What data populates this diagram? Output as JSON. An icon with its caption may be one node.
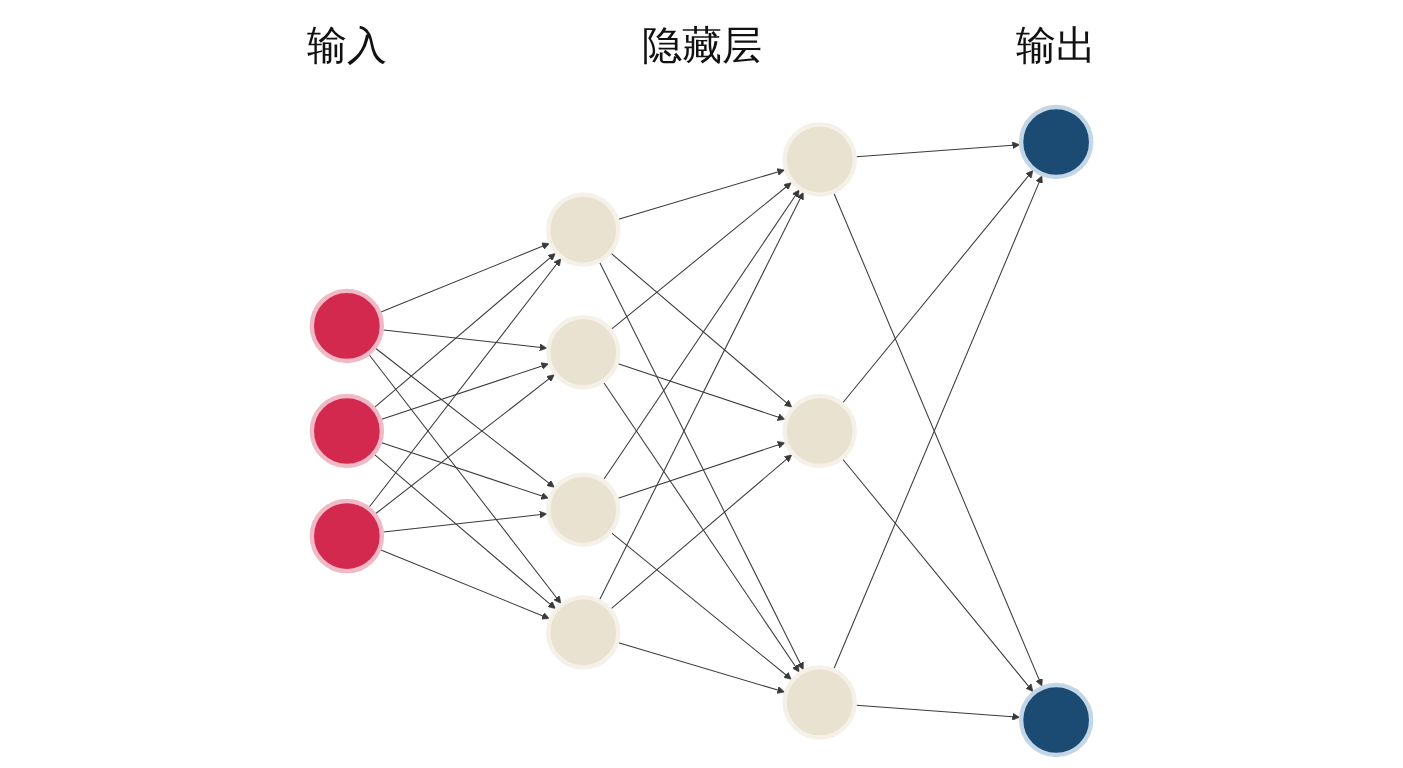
{
  "diagram": {
    "nodes": [
      {
        "text": [],
        "shape": "circle"
      },
      {
        "text": [],
        "shape": "circle"
      },
      {
        "text": [],
        "shape": "circle"
      },
      {
        "text": [],
        "shape": "circle"
      },
      {
        "text": [],
        "shape": "circle"
      },
      {
        "text": [],
        "shape": "circle"
      },
      {
        "text": [],
        "shape": "circle"
      },
      {
        "text": [],
        "shape": "circle"
      },
      {
        "text": [],
        "shape": "circle"
      },
      {
        "text": [],
        "shape": "circle"
      },
      {
        "text": [],
        "shape": "circle"
      },
      {
        "text": [],
        "shape": "circle"
      }
    ],
    "edges": [
      {
        "from": 0,
        "to": 3,
        "arrow": "to"
      },
      {
        "from": 0,
        "to": 4,
        "arrow": "to"
      },
      {
        "from": 0,
        "to": 5,
        "arrow": "to"
      },
      {
        "from": 0,
        "to": 6,
        "arrow": "to"
      },
      {
        "from": 1,
        "to": 3,
        "arrow": "to"
      },
      {
        "from": 1,
        "to": 4,
        "arrow": "to"
      },
      {
        "from": 1,
        "to": 5,
        "arrow": "to"
      },
      {
        "from": 1,
        "to": 6,
        "arrow": "to"
      },
      {
        "from": 2,
        "to": 3,
        "arrow": "to"
      },
      {
        "from": 2,
        "to": 4,
        "arrow": "to"
      },
      {
        "from": 2,
        "to": 5,
        "arrow": "to"
      },
      {
        "from": 2,
        "to": 6,
        "arrow": "to"
      },
      {
        "from": 3,
        "to": 7,
        "arrow": "to"
      },
      {
        "from": 3,
        "to": 8,
        "arrow": "to"
      },
      {
        "from": 3,
        "to": 9,
        "arrow": "to"
      },
      {
        "from": 4,
        "to": 7,
        "arrow": "to"
      },
      {
        "from": 4,
        "to": 8,
        "arrow": "to"
      },
      {
        "from": 4,
        "to": 9,
        "arrow": "to"
      },
      {
        "from": 5,
        "to": 7,
        "arrow": "to"
      },
      {
        "from": 5,
        "to": 8,
        "arrow": "to"
      },
      {
        "from": 5,
        "to": 9,
        "arrow": "to"
      },
      {
        "from": 6,
        "to": 7,
        "arrow": "to"
      },
      {
        "from": 6,
        "to": 8,
        "arrow": "to"
      },
      {
        "from": 6,
        "to": 9,
        "arrow": "to"
      },
      {
        "from": 7,
        "to": 10,
        "arrow": "to"
      },
      {
        "from": 7,
        "to": 11,
        "arrow": "to"
      },
      {
        "from": 8,
        "to": 10,
        "arrow": "to"
      },
      {
        "from": 8,
        "to": 11,
        "arrow": "to"
      },
      {
        "from": 9,
        "to": 10,
        "arrow": "to"
      },
      {
        "from": 9,
        "to": 11,
        "arrow": "to"
      }
    ],
    "labels": [
      "输入",
      "隐藏层",
      "输出"
    ]
  }
}
